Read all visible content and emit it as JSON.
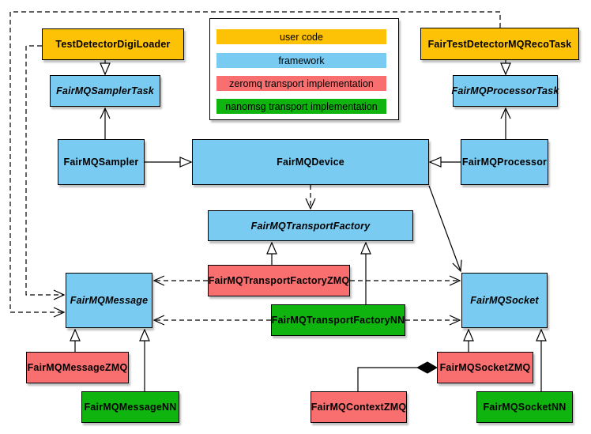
{
  "colors": {
    "user-code": "#fdc106",
    "framework": "#79cbf1",
    "zeromq": "#f96f6f",
    "nanomsg": "#0fb40f"
  },
  "legend": {
    "items": [
      {
        "id": "user-code",
        "label": "user code"
      },
      {
        "id": "framework",
        "label": "framework"
      },
      {
        "id": "zeromq",
        "label": "zeromq transport implementation"
      },
      {
        "id": "nanomsg",
        "label": "nanomsg transport implementation"
      }
    ]
  },
  "nodes": {
    "testDetectorDigiLoader": {
      "label": "TestDetectorDigiLoader",
      "category": "user-code",
      "abstract": false
    },
    "fairTestDetectorMQRecoTask": {
      "label": "FairTestDetectorMQRecoTask",
      "category": "user-code",
      "abstract": false
    },
    "fairMQSamplerTask": {
      "label": "FairMQSamplerTask",
      "category": "framework",
      "abstract": true
    },
    "fairMQProcessorTask": {
      "label": "FairMQProcessorTask",
      "category": "framework",
      "abstract": true
    },
    "fairMQSampler": {
      "label": "FairMQSampler",
      "category": "framework",
      "abstract": false
    },
    "fairMQDevice": {
      "label": "FairMQDevice",
      "category": "framework",
      "abstract": false
    },
    "fairMQProcessor": {
      "label": "FairMQProcessor",
      "category": "framework",
      "abstract": false
    },
    "fairMQTransportFactory": {
      "label": "FairMQTransportFactory",
      "category": "framework",
      "abstract": true
    },
    "fairMQTransportFactoryZMQ": {
      "label": "FairMQTransportFactoryZMQ",
      "category": "zeromq",
      "abstract": false
    },
    "fairMQTransportFactoryNN": {
      "label": "FairMQTransportFactoryNN",
      "category": "nanomsg",
      "abstract": false
    },
    "fairMQMessage": {
      "label": "FairMQMessage",
      "category": "framework",
      "abstract": true
    },
    "fairMQSocket": {
      "label": "FairMQSocket",
      "category": "framework",
      "abstract": true
    },
    "fairMQMessageZMQ": {
      "label": "FairMQMessageZMQ",
      "category": "zeromq",
      "abstract": false
    },
    "fairMQMessageNN": {
      "label": "FairMQMessageNN",
      "category": "nanomsg",
      "abstract": false
    },
    "fairMQSocketZMQ": {
      "label": "FairMQSocketZMQ",
      "category": "zeromq",
      "abstract": false
    },
    "fairMQContextZMQ": {
      "label": "FairMQContextZMQ",
      "category": "zeromq",
      "abstract": false
    },
    "fairMQSocketNN": {
      "label": "FairMQSocketNN",
      "category": "nanomsg",
      "abstract": false
    }
  },
  "edges": [
    {
      "from": "TestDetectorDigiLoader",
      "to": "FairMQSamplerTask",
      "type": "inheritance"
    },
    {
      "from": "FairTestDetectorMQRecoTask",
      "to": "FairMQProcessorTask",
      "type": "inheritance"
    },
    {
      "from": "FairMQSampler",
      "to": "FairMQSamplerTask",
      "type": "association"
    },
    {
      "from": "FairMQProcessor",
      "to": "FairMQProcessorTask",
      "type": "association"
    },
    {
      "from": "FairMQSampler",
      "to": "FairMQDevice",
      "type": "inheritance"
    },
    {
      "from": "FairMQProcessor",
      "to": "FairMQDevice",
      "type": "inheritance"
    },
    {
      "from": "FairMQDevice",
      "to": "FairMQTransportFactory",
      "type": "dependency"
    },
    {
      "from": "FairMQDevice",
      "to": "FairMQSocket",
      "type": "association"
    },
    {
      "from": "FairMQTransportFactoryZMQ",
      "to": "FairMQTransportFactory",
      "type": "inheritance"
    },
    {
      "from": "FairMQTransportFactoryNN",
      "to": "FairMQTransportFactory",
      "type": "inheritance"
    },
    {
      "from": "FairMQTransportFactoryZMQ",
      "to": "FairMQMessage",
      "type": "dependency"
    },
    {
      "from": "FairMQTransportFactoryZMQ",
      "to": "FairMQSocket",
      "type": "dependency"
    },
    {
      "from": "FairMQTransportFactoryNN",
      "to": "FairMQMessage",
      "type": "dependency"
    },
    {
      "from": "FairMQTransportFactoryNN",
      "to": "FairMQSocket",
      "type": "dependency"
    },
    {
      "from": "TestDetectorDigiLoader",
      "to": "FairMQMessage",
      "type": "dependency"
    },
    {
      "from": "FairTestDetectorMQRecoTask",
      "to": "FairMQMessage",
      "type": "dependency"
    },
    {
      "from": "FairMQMessageZMQ",
      "to": "FairMQMessage",
      "type": "inheritance"
    },
    {
      "from": "FairMQMessageNN",
      "to": "FairMQMessage",
      "type": "inheritance"
    },
    {
      "from": "FairMQSocketZMQ",
      "to": "FairMQSocket",
      "type": "inheritance"
    },
    {
      "from": "FairMQSocketNN",
      "to": "FairMQSocket",
      "type": "inheritance"
    },
    {
      "from": "FairMQContextZMQ",
      "to": "FairMQSocketZMQ",
      "type": "composition"
    }
  ]
}
